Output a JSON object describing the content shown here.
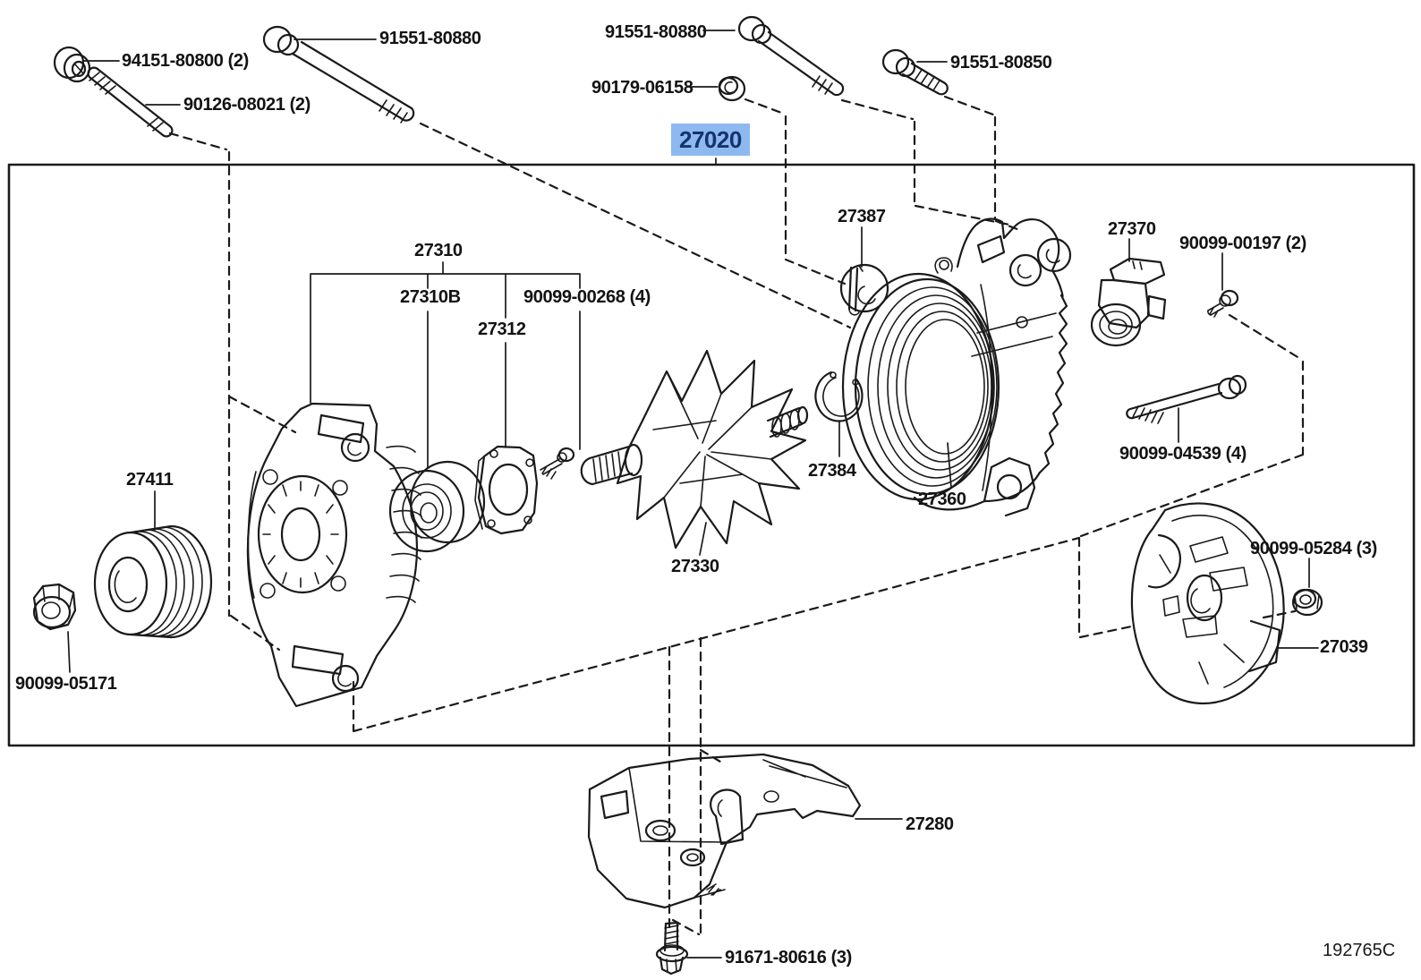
{
  "meta": {
    "drawing_code": "192765C",
    "line_color": "#1a1a1a",
    "background_color": "#ffffff"
  },
  "highlight": {
    "label": "27020",
    "text_color": "#16336e",
    "bg_color": "#8db9f0",
    "meaning": "selected-part"
  },
  "labels": [
    {
      "id": "94151-80800",
      "label": "94151-80800 (2)"
    },
    {
      "id": "90126-08021",
      "label": "90126-08021 (2)"
    },
    {
      "id": "91551-80880-a",
      "label": "91551-80880"
    },
    {
      "id": "91551-80880-b",
      "label": "91551-80880"
    },
    {
      "id": "90179-06158",
      "label": "90179-06158"
    },
    {
      "id": "91551-80850",
      "label": "91551-80850"
    },
    {
      "id": "27387",
      "label": "27387"
    },
    {
      "id": "27370",
      "label": "27370"
    },
    {
      "id": "90099-00197",
      "label": "90099-00197 (2)"
    },
    {
      "id": "27310",
      "label": "27310"
    },
    {
      "id": "27310B",
      "label": "27310B"
    },
    {
      "id": "90099-00268",
      "label": "90099-00268 (4)"
    },
    {
      "id": "27312",
      "label": "27312"
    },
    {
      "id": "27411",
      "label": "27411"
    },
    {
      "id": "27384",
      "label": "27384"
    },
    {
      "id": "27360",
      "label": "27360"
    },
    {
      "id": "90099-04539",
      "label": "90099-04539 (4)"
    },
    {
      "id": "27330",
      "label": "27330"
    },
    {
      "id": "90099-05171",
      "label": "90099-05171"
    },
    {
      "id": "90099-05284",
      "label": "90099-05284 (3)"
    },
    {
      "id": "27039",
      "label": "27039"
    },
    {
      "id": "27280",
      "label": "27280"
    },
    {
      "id": "91671-80616",
      "label": "91671-80616 (3)"
    }
  ]
}
